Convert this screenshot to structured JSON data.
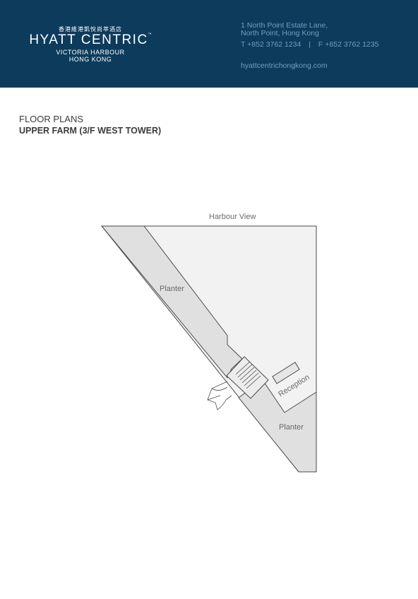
{
  "hotel": {
    "chinese_name": "香港維港凱悅尚萃酒店",
    "name": "HYATT CENTRIC",
    "trademark": "™",
    "sub_line_1": "VICTORIA HARBOUR",
    "sub_line_2": "HONG KONG"
  },
  "contact": {
    "address_line_1": "1 North Point Estate Lane,",
    "address_line_2": "North Point, Hong Kong",
    "phone": "T +852 3762 1234",
    "separator": "|",
    "fax": "F +852 3762 1235",
    "website": "hyattcentrichongkong.com"
  },
  "page": {
    "section": "FLOOR PLANS",
    "title": "UPPER FARM (3/F WEST TOWER)"
  },
  "floor_plan": {
    "labels": {
      "harbour_view": "Harbour View",
      "planter_upper": "Planter",
      "planter_lower": "Planter",
      "reception": "Reception"
    }
  },
  "colors": {
    "header_bg": "#0d3b5c",
    "contact_text": "#6f9fc4",
    "floor_fill": "#f2f2f2",
    "planter_fill": "#e0e0e0",
    "outline": "#4a4a4a"
  }
}
